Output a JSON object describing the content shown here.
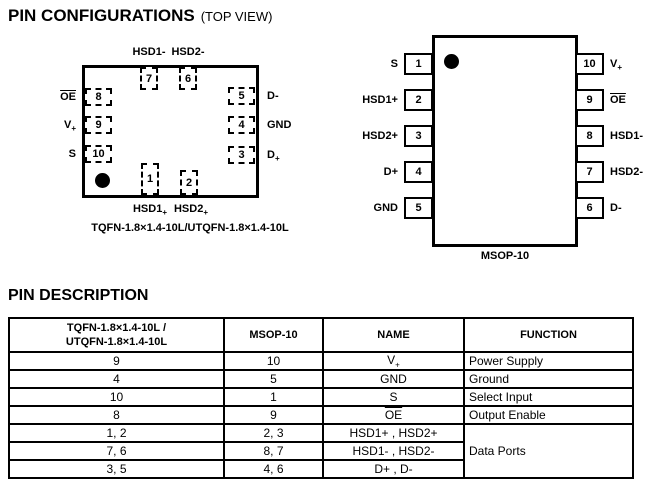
{
  "colors": {
    "ink": "#000000",
    "paper": "#ffffff"
  },
  "page": {
    "title": "PIN CONFIGURATIONS",
    "title_suffix": "(TOP VIEW)",
    "section2_title": "PIN DESCRIPTION"
  },
  "icons": {
    "pin1_indicator": "filled-circle"
  },
  "tqfn": {
    "caption": "TQFN-1.8×1.4-10L/UTQFN-1.8×1.4-10L",
    "top_pins": [
      {
        "num": "7",
        "label": "HSD1-"
      },
      {
        "num": "6",
        "label": "HSD2-"
      }
    ],
    "left_pins": [
      {
        "num": "8",
        "label": "OE",
        "overline": true
      },
      {
        "num": "9",
        "label": "V",
        "sub": "+"
      },
      {
        "num": "10",
        "label": "S"
      }
    ],
    "right_pins": [
      {
        "num": "5",
        "label": "D-"
      },
      {
        "num": "4",
        "label": "GND"
      },
      {
        "num": "3",
        "label": "D",
        "sub": "+"
      }
    ],
    "bottom_pins": [
      {
        "num": "1",
        "label": "HSD1",
        "sub": "+"
      },
      {
        "num": "2",
        "label": "HSD2",
        "sub": "+"
      }
    ]
  },
  "msop": {
    "caption": "MSOP-10",
    "left_pins": [
      {
        "num": "1",
        "label": "S"
      },
      {
        "num": "2",
        "label": "HSD1+"
      },
      {
        "num": "3",
        "label": "HSD2+"
      },
      {
        "num": "4",
        "label": "D+"
      },
      {
        "num": "5",
        "label": "GND"
      }
    ],
    "right_pins": [
      {
        "num": "10",
        "label": "V",
        "sub": "+"
      },
      {
        "num": "9",
        "label": "OE",
        "overline": true
      },
      {
        "num": "8",
        "label": "HSD1-"
      },
      {
        "num": "7",
        "label": "HSD2-"
      },
      {
        "num": "6",
        "label": "D-"
      }
    ]
  },
  "table": {
    "col1_header_line1": "TQFN-1.8×1.4-10L /",
    "col1_header_line2": "UTQFN-1.8×1.4-10L",
    "col2_header": "MSOP-10",
    "col3_header": "NAME",
    "col4_header": "FUNCTION",
    "rows": [
      {
        "c1": "9",
        "c2": "10",
        "name": "V",
        "name_sub": "+",
        "func": "Power Supply"
      },
      {
        "c1": "4",
        "c2": "5",
        "name": "GND",
        "func": "Ground"
      },
      {
        "c1": "10",
        "c2": "1",
        "name": "S",
        "func": "Select Input"
      },
      {
        "c1": "8",
        "c2": "9",
        "name": "OE",
        "overline": true,
        "func": "Output Enable"
      },
      {
        "c1": "1, 2",
        "c2": "2, 3",
        "name": "HSD1+ , HSD2+",
        "func": "Data Ports"
      },
      {
        "c1": "7, 6",
        "c2": "8, 7",
        "name": "HSD1- , HSD2-"
      },
      {
        "c1": "3, 5",
        "c2": "4, 6",
        "name": "D+ , D-"
      }
    ]
  }
}
